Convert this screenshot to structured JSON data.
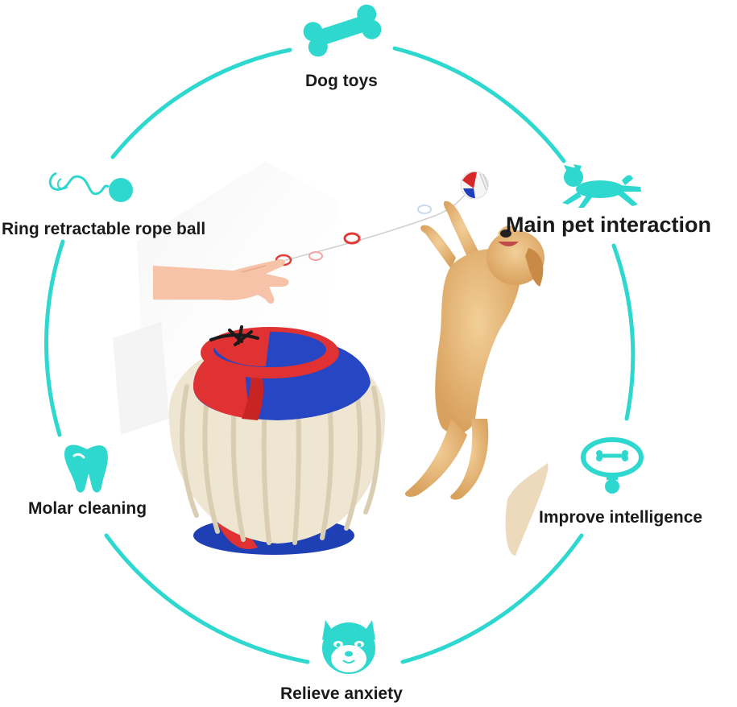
{
  "accent_color": "#2fd8cf",
  "features": {
    "top": {
      "label": "Dog toys",
      "icon": "bone-icon"
    },
    "upper_left": {
      "label": "Ring retractable rope ball",
      "icon": "rope-ball-icon"
    },
    "upper_right": {
      "label": "Main pet interaction",
      "icon": "running-dog-icon"
    },
    "lower_left": {
      "label": "Molar cleaning",
      "icon": "tooth-icon"
    },
    "lower_right": {
      "label": "Improve intelligence",
      "icon": "dog-collar-icon"
    },
    "bottom": {
      "label": "Relieve anxiety",
      "icon": "shiba-face-icon"
    }
  },
  "photo": {
    "subjects": [
      "toy-ball",
      "golden-retriever-puppy",
      "hand",
      "retractable-rope"
    ]
  }
}
